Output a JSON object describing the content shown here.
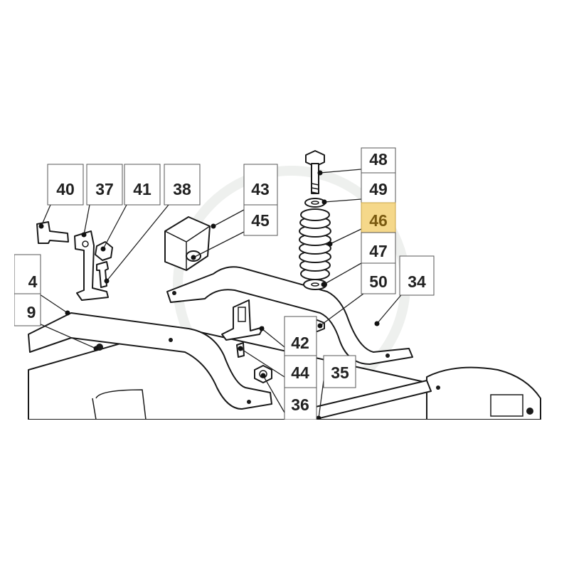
{
  "diagram": {
    "highlight_color": "#f5d88a",
    "callouts": [
      {
        "id": "40",
        "label": "40"
      },
      {
        "id": "37",
        "label": "37"
      },
      {
        "id": "41",
        "label": "41"
      },
      {
        "id": "38",
        "label": "38"
      },
      {
        "id": "43",
        "label": "43"
      },
      {
        "id": "45",
        "label": "45"
      },
      {
        "id": "48",
        "label": "48"
      },
      {
        "id": "49",
        "label": "49"
      },
      {
        "id": "46",
        "label": "46",
        "highlighted": true
      },
      {
        "id": "47",
        "label": "47"
      },
      {
        "id": "50",
        "label": "50"
      },
      {
        "id": "34",
        "label": "34"
      },
      {
        "id": "4",
        "label": "4"
      },
      {
        "id": "9",
        "label": "9"
      },
      {
        "id": "42",
        "label": "42"
      },
      {
        "id": "44",
        "label": "44"
      },
      {
        "id": "35",
        "label": "35"
      },
      {
        "id": "36",
        "label": "36"
      }
    ]
  }
}
